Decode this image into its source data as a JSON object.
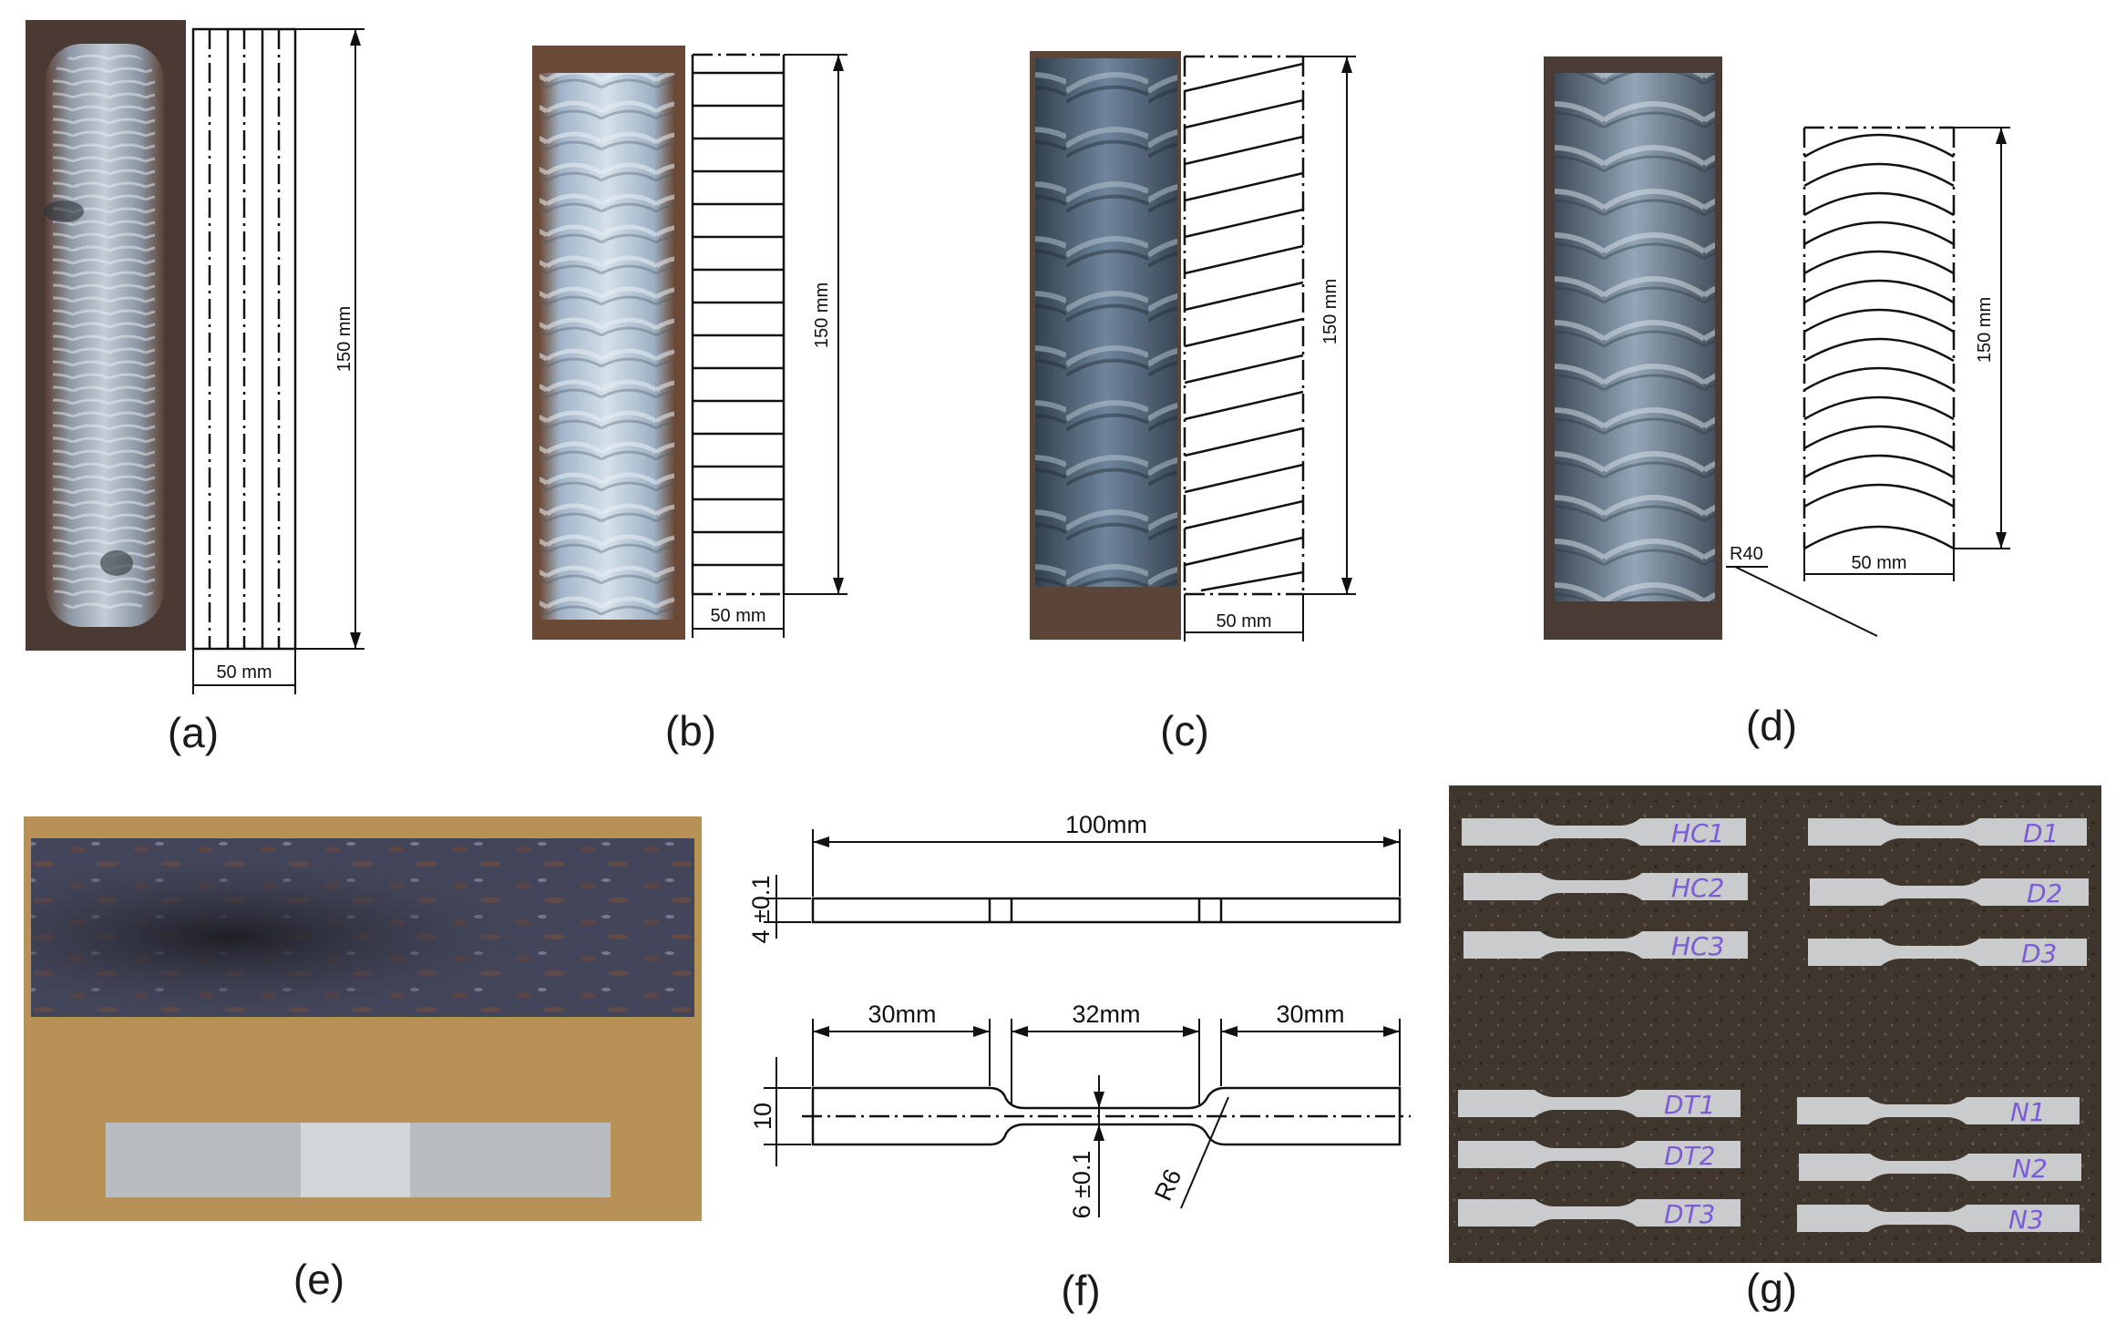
{
  "captions": {
    "a": "(a)",
    "b": "(b)",
    "c": "(c)",
    "d": "(d)",
    "e": "(e)",
    "f": "(f)",
    "g": "(g)"
  },
  "panel_a": {
    "length_label": "150 mm",
    "width_label": "50 mm"
  },
  "panel_b": {
    "length_label": "150 mm",
    "width_label": "50 mm"
  },
  "panel_c": {
    "length_label": "150 mm",
    "width_label": "50 mm"
  },
  "panel_d": {
    "length_label": "150 mm",
    "width_label": "50 mm",
    "radius_label": "R40"
  },
  "panel_f": {
    "total_length": "100mm",
    "thickness": "4 ±0.1",
    "grip_left": "30mm",
    "gauge_length": "32mm",
    "grip_right": "30mm",
    "width": "10",
    "gauge_width": "6 ±0.1",
    "fillet_radius": "R6"
  },
  "panel_g": {
    "specimens": [
      "HC1",
      "HC2",
      "HC3",
      "D1",
      "D2",
      "D3",
      "DT1",
      "DT2",
      "DT3",
      "N1",
      "N2",
      "N3"
    ]
  },
  "colors": {
    "weld_steel": "#7f93a8",
    "plate_rust": "#6a4a3a",
    "workbench": "#c39a5c",
    "dark_bench": "#3d342c",
    "specimen": "#c9cbcc",
    "marker": "#7b5bd6"
  }
}
